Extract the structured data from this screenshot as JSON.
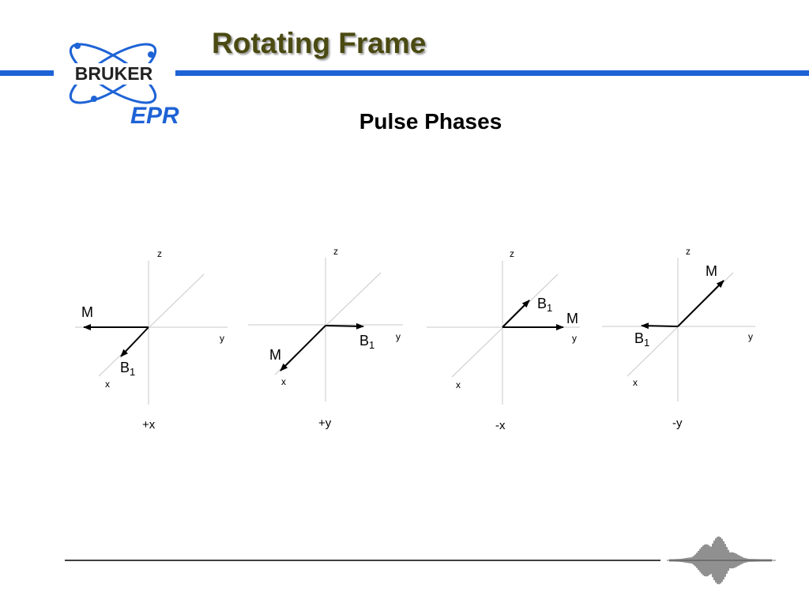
{
  "brand": {
    "logo_text": "BRUKER",
    "sub_text": "EPR",
    "colors": {
      "logo_blue": "#1e63d6",
      "band_blue": "#1e63d6",
      "title": "#4a4a12"
    }
  },
  "header": {
    "title": "Rotating Frame"
  },
  "subtitle": "Pulse Phases",
  "diagrams": [
    {
      "phase": "+x",
      "z": "z",
      "y": "y",
      "x": "x",
      "m": "M",
      "b": "B",
      "b_sub": "1"
    },
    {
      "phase": "+y",
      "z": "z",
      "y": "y",
      "x": "x",
      "m": "M",
      "b": "B",
      "b_sub": "1"
    },
    {
      "phase": "-x",
      "z": "z",
      "y": "y",
      "x": "x",
      "m": "M",
      "b": "B",
      "b_sub": "1"
    },
    {
      "phase": "-y",
      "z": "z",
      "y": "y",
      "x": "x",
      "m": "M",
      "b": "B",
      "b_sub": "1"
    }
  ]
}
